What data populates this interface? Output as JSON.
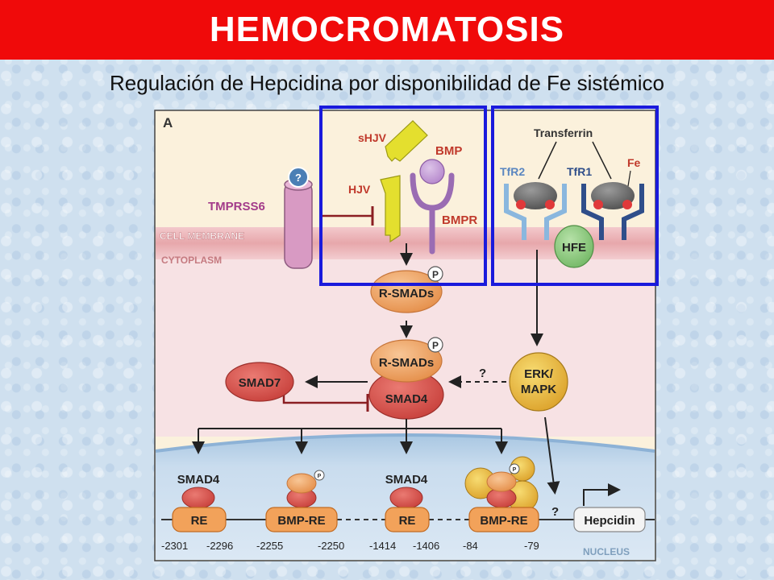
{
  "header": {
    "title": "HEMOCROMATOSIS",
    "subtitle": "Regulación de Hepcidina por disponibilidad de Fe sistémico"
  },
  "colors": {
    "title_bg": "#f00a0a",
    "highlight_box": "#1a1adc",
    "membrane": "#e7a7ab",
    "cytoplasm": "#f7dde0",
    "nucleus": "#cfe1ef",
    "smad_orange": "#f0a868",
    "smad_red": "#d9544f",
    "hjv_yellow": "#e4df2e",
    "bmp_purple": "#c8a0d8",
    "hfe_green": "#8fcf84",
    "erk_gold": "#e7b43c"
  },
  "diagram": {
    "panel_label": "A",
    "regions": {
      "cell_membrane": "CELL MEMBRANE",
      "cytoplasm": "CYTOPLASM",
      "nucleus": "NUCLEUS"
    },
    "proteins": {
      "tmprss6": "TMPRSS6",
      "unknown": "?",
      "shjv": "sHJV",
      "hjv": "HJV",
      "bmp": "BMP",
      "bmpr": "BMPR",
      "transferrin": "Transferrin",
      "tfr2": "TfR2",
      "tfr1": "TfR1",
      "fe": "Fe",
      "hfe": "HFE",
      "rsmads_1": "R-SMADs",
      "rsmads_2": "R-SMADs",
      "smad4": "SMAD4",
      "smad7": "SMAD7",
      "erk_line1": "ERK/",
      "erk_line2": "MAPK",
      "phospho": "P"
    },
    "question_marks": {
      "erk_to_smad": "?",
      "erk_to_hepcidin": "?"
    },
    "nuclear_smad_labels": [
      "SMAD4",
      "SMAD4"
    ],
    "promoter_elements": [
      {
        "label": "RE",
        "start": "-2301",
        "end": "-2296"
      },
      {
        "label": "BMP-RE",
        "start": "-2255",
        "end": "-2250"
      },
      {
        "label": "RE",
        "start": "-1414",
        "end": "-1406"
      },
      {
        "label": "BMP-RE",
        "start": "-84",
        "end": "-79"
      }
    ],
    "gene": "Hepcidin"
  }
}
